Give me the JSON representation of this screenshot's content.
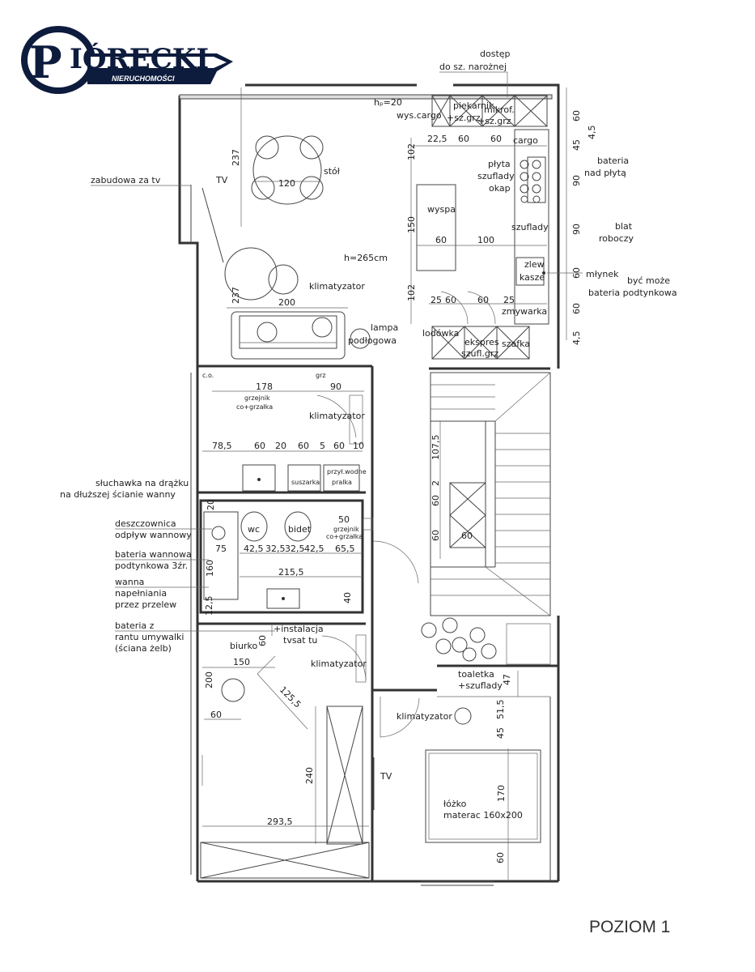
{
  "logo": {
    "name": "PIÓRECKI",
    "sub": "NIERUCHOMOŚCI"
  },
  "level_label": "POZIOM 1",
  "living": {
    "tv_wall": "zabudowa za tv",
    "tv": "TV",
    "table": "stół",
    "table_dim": "120",
    "height": "h=265cm",
    "ac": "klimatyzator",
    "sofa_dim": "200",
    "dim_237_top": "237",
    "dim_237_bottom": "237",
    "lamp1": "lampa",
    "lamp2": "podłogowa",
    "hp": "hₚ=20"
  },
  "kitchen": {
    "access1": "dostęp",
    "access2": "do sz. narożnej",
    "cargo_tall": "wys.cargo",
    "oven": "piekarnik",
    "oven_sub": "+sz.grz",
    "micro": "mikrof.",
    "micro_sub": "+sz.grz",
    "d_225": "22,5",
    "d_60a": "60",
    "d_60b": "60",
    "cargo": "cargo",
    "hob": "płyta",
    "drawers_hob": "szuflady",
    "hood": "okap",
    "island": "wyspa",
    "d_102a": "102",
    "d_150": "150",
    "d_102b": "102",
    "d_isl_60": "60",
    "d_isl_100": "100",
    "drawers": "szuflady",
    "sink": "zlew",
    "trash": "kasze",
    "d_25": "25",
    "d_60c": "60",
    "d_60d": "60",
    "d_25b": "25",
    "dishwasher": "zmywarka",
    "fridge": "lodówka",
    "espresso": "ekspres",
    "espresso_sub": "szufl.grz",
    "cabinet": "szafka",
    "r_60a": "60",
    "r_45a": "4,5",
    "r_45b": "45",
    "r_90a": "90",
    "r_90b": "90",
    "r_60b": "60",
    "r_60c": "60",
    "r_45c": "4,5",
    "note_tap1": "bateria",
    "note_tap2": "nad płytą",
    "note_counter1": "blat",
    "note_counter2": "roboczy",
    "note_mill": "młynek",
    "note_maybe": "być może",
    "note_tap_wall": "bateria podtynkowa"
  },
  "laundry": {
    "co": "c.o.",
    "grz": "grz",
    "d_178": "178",
    "d_90": "90",
    "radiator": "grzejnik",
    "radiator_sub": "co+grzałka",
    "ac": "klimatyzator",
    "d_785": "78,5",
    "d_60a": "60",
    "d_20": "20",
    "d_60b": "60",
    "d_5": "5",
    "d_60c": "60",
    "d_10": "10",
    "dryer": "suszarka",
    "water": "przył.wodne",
    "washer": "pralka"
  },
  "bath": {
    "d_20": "20",
    "d_50": "50",
    "wc": "wc",
    "bidet": "bidet",
    "radiator": "grzejnik",
    "radiator_sub": "co+grzałka",
    "d_75": "75",
    "d_425a": "42,5",
    "d_325a": "32,5",
    "d_325b": "32,5",
    "d_425b": "42,5",
    "d_655": "65,5",
    "d_160": "160",
    "d_2155": "215,5",
    "d_40": "40",
    "d_125": "12,5",
    "note_shower1": "słuchawka na drążku",
    "note_shower2": "na dłuższej ścianie wanny",
    "note_rain1": "deszczownica",
    "note_rain2": "odpływ wannowy",
    "note_tap1": "bateria wannowa",
    "note_tap2": "podtynkowa 3źr.",
    "note_fill1": "wanna",
    "note_fill2": "napełniania",
    "note_fill3": "przez przelew",
    "note_basin1": "bateria z",
    "note_basin2": "rantu umywalki",
    "note_basin3": "(ściana żelb)"
  },
  "stairs": {
    "d_1075": "107,5",
    "d_2": "2",
    "d_60a": "60",
    "d_60b": "60",
    "d_60c": "60"
  },
  "office": {
    "desk": "biurko",
    "d_60": "60",
    "install1": "+instalacja",
    "install2": "tvsat tu",
    "ac": "klimatyzator",
    "d_150": "150",
    "d_200": "200",
    "d_1255": "125,5",
    "d_60b": "60",
    "d_240": "240",
    "d_2935": "293,5"
  },
  "bedroom": {
    "vanity1": "toaletka",
    "vanity2": "+szuflady",
    "d_47": "47",
    "ac": "klimatyzator",
    "d_515": "51,5",
    "d_45": "45",
    "tv": "TV",
    "d_170": "170",
    "bed1": "łóżko",
    "bed2": "materac  160x200",
    "d_60": "60"
  }
}
